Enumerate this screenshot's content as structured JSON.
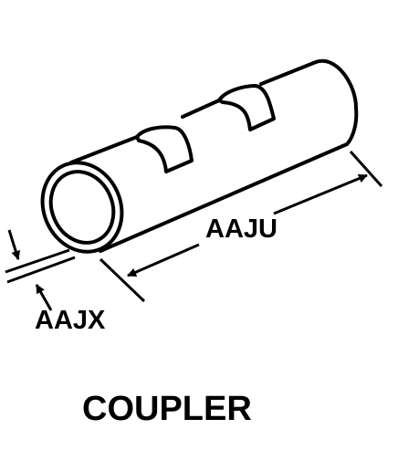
{
  "diagram": {
    "title": "COUPLER",
    "dimensions": {
      "length_label": "AAJU",
      "wall_thickness_label": "AAJX"
    }
  },
  "colors": {
    "ink": "#000000",
    "background": "#ffffff"
  }
}
